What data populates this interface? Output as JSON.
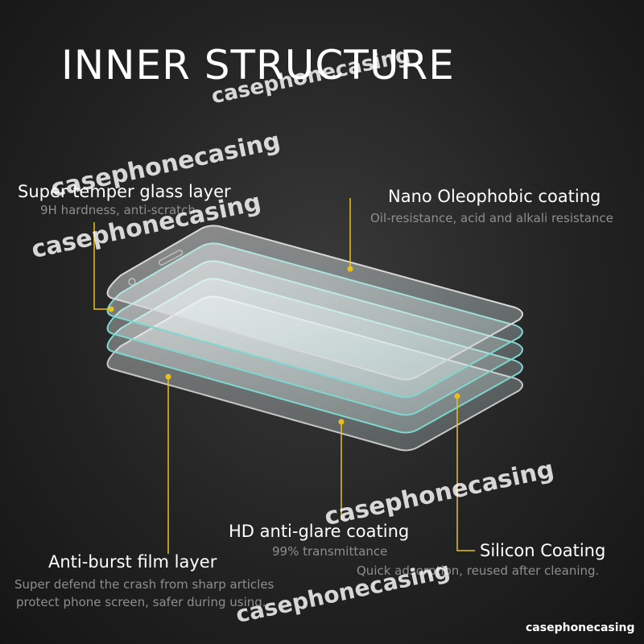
{
  "title": "INNER STRUCTURE",
  "callouts": {
    "glass": {
      "label": "Super temper glass layer",
      "sub": "9H hardness, anti-scratch"
    },
    "oleophobic": {
      "label": "Nano Oleophobic coating",
      "sub": "Oil-resistance, acid and alkali resistance"
    },
    "antiburst": {
      "label": "Anti-burst film layer",
      "sub_line1": "Super defend the crash from sharp articles",
      "sub_line2": "protect phone screen, safer during using."
    },
    "antiglare": {
      "label": "HD anti-glare coating",
      "sub": "99% transmittance"
    },
    "silicon": {
      "label": "Silicon Coating",
      "sub": "Quick adsorption, reused after cleaning."
    }
  },
  "watermarks": {
    "text": "casephonecasing",
    "corner": "casephonecasing"
  },
  "colors": {
    "background": "#232323",
    "accent_line": "#e8c21a",
    "glass_edge": "#7fd6d0"
  }
}
